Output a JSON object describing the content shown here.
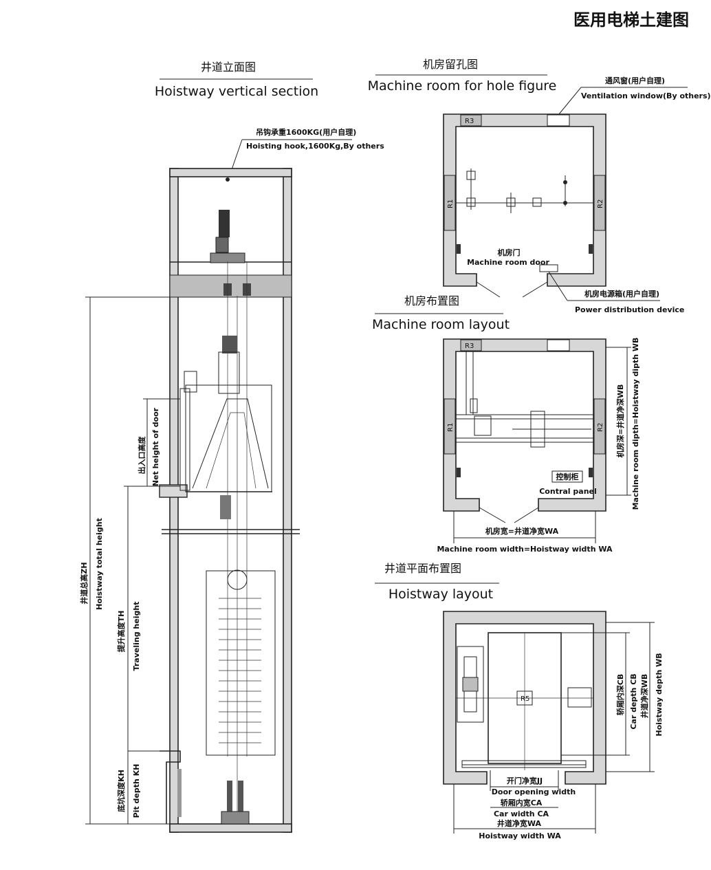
{
  "page_title": "医用电梯土建图",
  "sections": {
    "vertical": {
      "title_cn": "井道立面图",
      "title_en": "Hoistway vertical section"
    },
    "hole": {
      "title_cn": "机房留孔图",
      "title_en": "Machine room for hole figure"
    },
    "layout": {
      "title_cn": "机房布置图",
      "title_en": "Machine room layout"
    },
    "hoistway": {
      "title_cn": "井道平面布置图",
      "title_en": "Hoistway layout"
    }
  },
  "labels": {
    "hook_cn": "吊钩承重1600KG(用户自理)",
    "hook_en": "Hoisting hook,1600Kg,By others",
    "door_height_cn": "出入口高度",
    "door_height_en": "Net height of door",
    "total_height_cn": "井道总高ZH",
    "total_height_en": "Hoistway total height",
    "travel_cn": "提升高度TH",
    "travel_en": "Traveling height",
    "pit_cn": "底坑深度KH",
    "pit_en": "Pit depth KH",
    "vent_cn": "通风窗(用户自理)",
    "vent_en": "Ventilation window(By others)",
    "mr_door_cn": "机房门",
    "mr_door_en": "Machine room door",
    "power_cn": "机房电源箱(用户自理)",
    "power_en": "Power distribution device",
    "r1": "R1",
    "r2": "R2",
    "r3": "R3",
    "r5": "R5",
    "panel_cn": "控制柜",
    "panel_en": "Contral panel",
    "mr_depth_cn": "机房深=井道净深WB",
    "mr_depth_en": "Machine room dipth=Hoistway dipth WB",
    "mr_width_cn": "机房宽=井道净宽WA",
    "mr_width_en": "Machine room width=Hoistway width WA",
    "car_depth_cn": "轿厢内深CB",
    "car_depth_en": "Car depth CB",
    "hw_depth_cn": "井道净深WB",
    "hw_depth_en": "Hoistway depth WB",
    "door_open_cn": "开门净宽JJ",
    "door_open_en": "Door opening width",
    "car_width_cn": "轿厢内宽CA",
    "car_width_en": "Car width CA",
    "hw_width_cn": "井道净宽WA",
    "hw_width_en": "Hoistway width WA"
  }
}
